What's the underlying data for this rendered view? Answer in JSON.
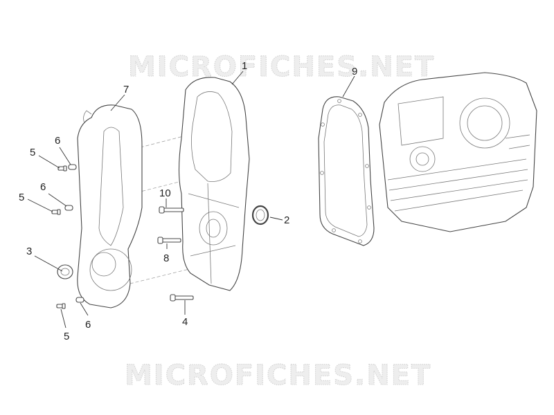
{
  "watermark": "MICROFICHES.NET",
  "callouts": {
    "c1": "1",
    "c2": "2",
    "c3": "3",
    "c4": "4",
    "c5a": "5",
    "c5b": "5",
    "c5c": "5",
    "c6a": "6",
    "c6b": "6",
    "c6c": "6",
    "c7": "7",
    "c8": "8",
    "c9": "9",
    "c10": "10"
  }
}
